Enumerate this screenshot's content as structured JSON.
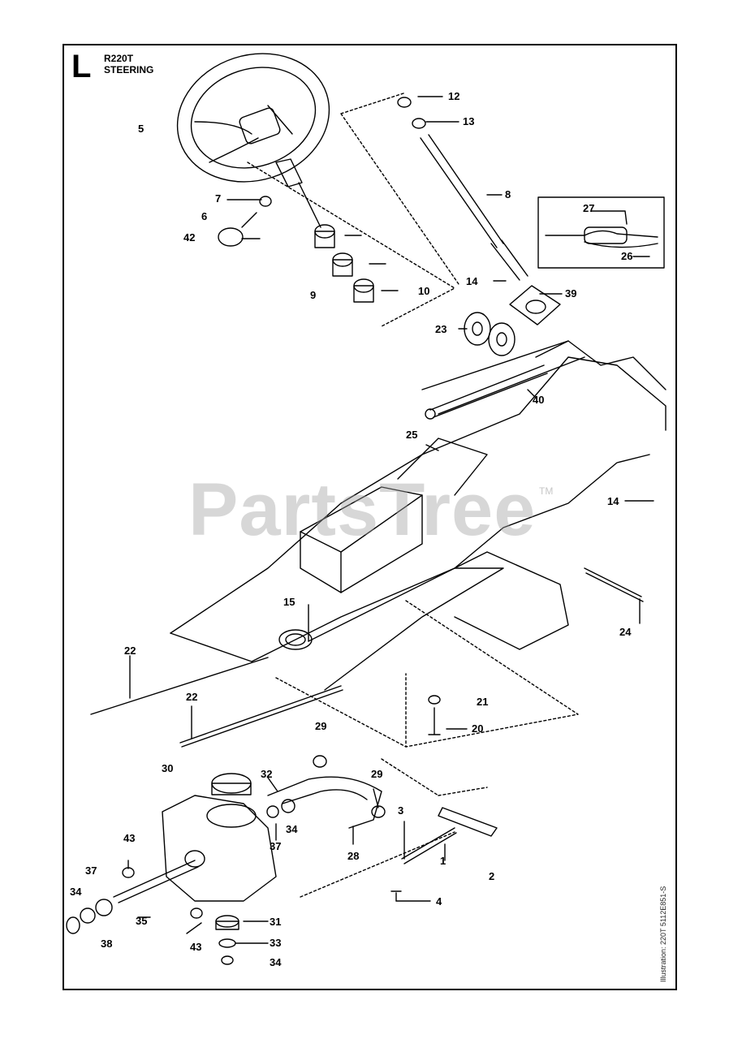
{
  "header": {
    "letter": "L",
    "model": "R220T",
    "section": "STEERING"
  },
  "watermark": {
    "text": "PartsTree",
    "tm": "TM"
  },
  "side_code": "Illustration: 220T 5112E851-S",
  "callouts": [
    {
      "id": "c12",
      "label": "12"
    },
    {
      "id": "c13",
      "label": "13"
    },
    {
      "id": "c5",
      "label": "5"
    },
    {
      "id": "c8",
      "label": "8"
    },
    {
      "id": "c7",
      "label": "7"
    },
    {
      "id": "c6",
      "label": "6"
    },
    {
      "id": "c42",
      "label": "42"
    },
    {
      "id": "c27",
      "label": "27"
    },
    {
      "id": "c26",
      "label": "26"
    },
    {
      "id": "c14a",
      "label": "14"
    },
    {
      "id": "c39",
      "label": "39"
    },
    {
      "id": "c9",
      "label": "9"
    },
    {
      "id": "c10",
      "label": "10"
    },
    {
      "id": "c23",
      "label": "23"
    },
    {
      "id": "c40",
      "label": "40"
    },
    {
      "id": "c25",
      "label": "25"
    },
    {
      "id": "c14b",
      "label": "14"
    },
    {
      "id": "c15",
      "label": "15"
    },
    {
      "id": "c24",
      "label": "24"
    },
    {
      "id": "c22a",
      "label": "22"
    },
    {
      "id": "c22b",
      "label": "22"
    },
    {
      "id": "c21",
      "label": "21"
    },
    {
      "id": "c20",
      "label": "20"
    },
    {
      "id": "c29a",
      "label": "29"
    },
    {
      "id": "c30",
      "label": "30"
    },
    {
      "id": "c32",
      "label": "32"
    },
    {
      "id": "c29b",
      "label": "29"
    },
    {
      "id": "c3",
      "label": "3"
    },
    {
      "id": "c34a",
      "label": "34"
    },
    {
      "id": "c37a",
      "label": "37"
    },
    {
      "id": "c43a",
      "label": "43"
    },
    {
      "id": "c28",
      "label": "28"
    },
    {
      "id": "c1",
      "label": "1"
    },
    {
      "id": "c37b",
      "label": "37"
    },
    {
      "id": "c2",
      "label": "2"
    },
    {
      "id": "c34b",
      "label": "34"
    },
    {
      "id": "c4",
      "label": "4"
    },
    {
      "id": "c35",
      "label": "35"
    },
    {
      "id": "c31",
      "label": "31"
    },
    {
      "id": "c38",
      "label": "38"
    },
    {
      "id": "c43b",
      "label": "43"
    },
    {
      "id": "c33",
      "label": "33"
    },
    {
      "id": "c34c",
      "label": "34"
    }
  ]
}
